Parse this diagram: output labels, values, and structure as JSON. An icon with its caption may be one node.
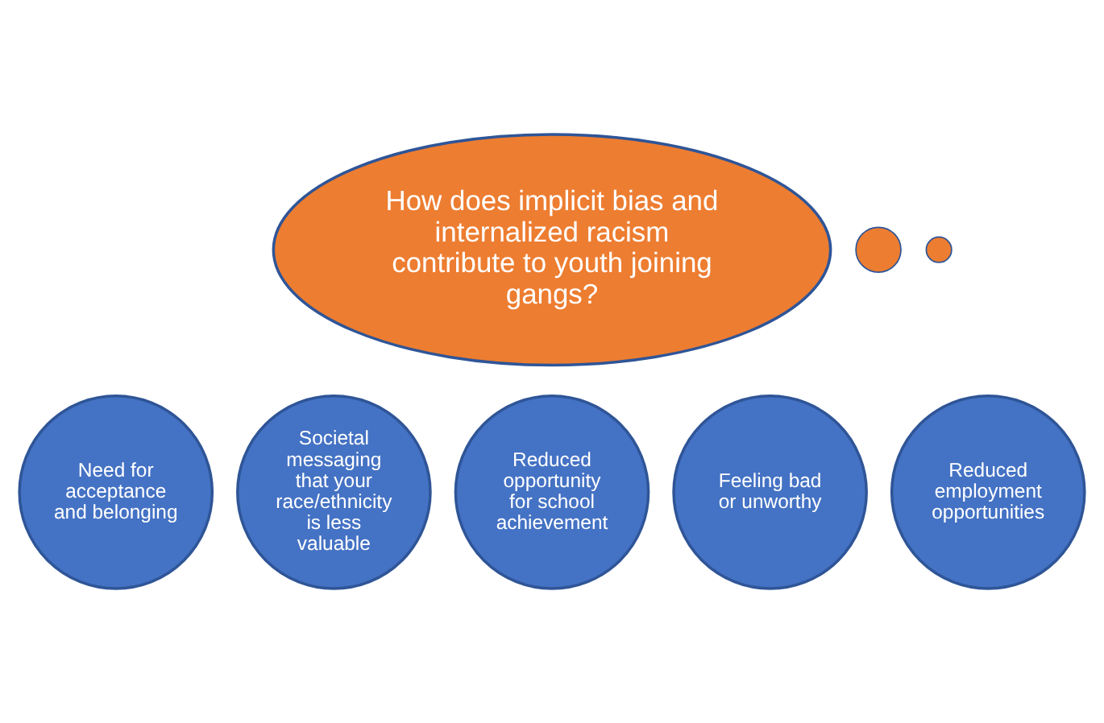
{
  "diagram": {
    "nodes": [
      {
        "text": [
          "How does implicit bias and internalized racism contribute to youth joining gangs?"
        ]
      },
      {
        "text": [],
        "shape": "circle"
      },
      {
        "text": [],
        "shape": "circle"
      },
      {
        "text": [
          "Need for acceptance and belonging"
        ]
      },
      {
        "text": [
          "Societal messaging that your race/ethnicity is less valuable"
        ]
      },
      {
        "text": [
          "Reduced opportunity for school achievement"
        ]
      },
      {
        "text": [
          "Feeling bad or unworthy"
        ]
      },
      {
        "text": [
          "Reduced employment opportunities"
        ]
      }
    ],
    "edges": []
  }
}
